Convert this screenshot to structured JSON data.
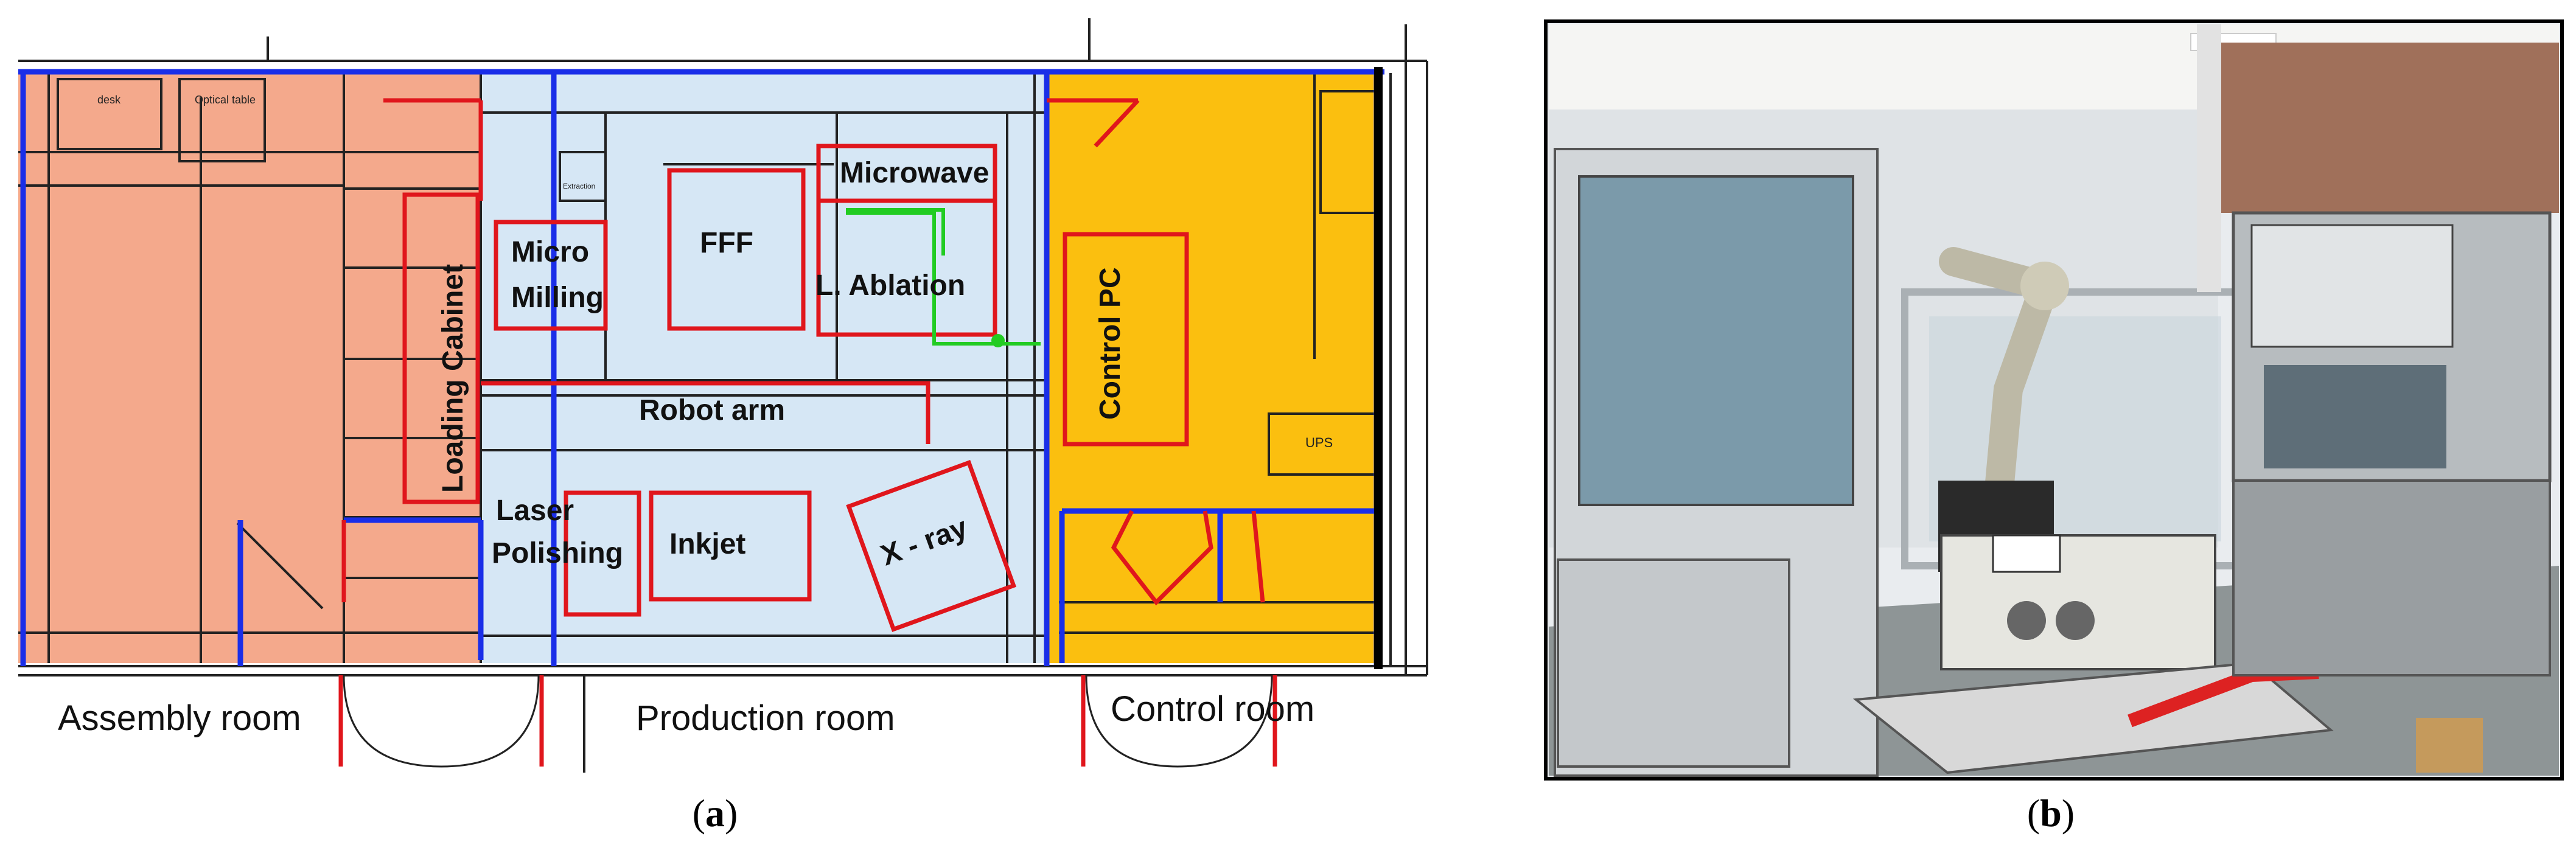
{
  "panel_a": {
    "label_prefix": "(",
    "label_letter": "a",
    "label_suffix": ")",
    "rooms": {
      "assembly": "Assembly room",
      "production": "Production room",
      "control": "Control room"
    },
    "stations": {
      "micro_milling_line1": "Micro",
      "micro_milling_line2": "Milling",
      "fff": "FFF",
      "microwave": "Microwave",
      "laser_ablation": "L. Ablation",
      "robot_arm": "Robot arm",
      "loading_cabinet": "Loading Cabinet",
      "control_pc": "Control PC",
      "laser_polishing_line1": "Laser",
      "laser_polishing_line2": "Polishing",
      "inkjet": "Inkjet",
      "xray": "X - ray"
    },
    "small_labels": {
      "desk": "desk",
      "optical_table": "Optical table",
      "extraction": "Extraction",
      "ups": "UPS"
    },
    "colors": {
      "assembly_fill": "#f4a98c",
      "production_fill": "#d6e7f5",
      "control_fill": "#fbbf0f",
      "outline_red": "#e0161c",
      "wall_blue": "#1a2ee8",
      "path_green": "#22cc22"
    }
  },
  "panel_b": {
    "label_prefix": "(",
    "label_letter": "b",
    "label_suffix": ")"
  }
}
